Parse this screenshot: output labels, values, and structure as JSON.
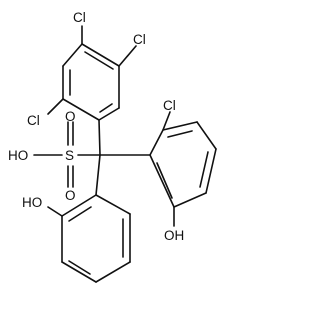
{
  "atom_labels": {
    "cl_para_top": "Cl",
    "cl_meta_top": "Cl",
    "cl_ortho_left": "Cl",
    "cl_right_ring": "Cl",
    "sulfonic_oh": "HO",
    "sulfur": "S",
    "sulfonyl_o_upper": "O",
    "sulfonyl_o_lower": "O",
    "phenol_oh_left": "HO",
    "phenol_oh_right": "OH"
  }
}
